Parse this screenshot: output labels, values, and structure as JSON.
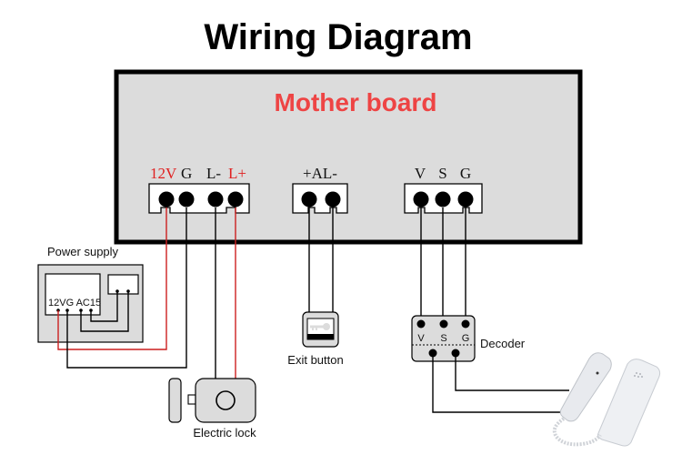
{
  "title": "Wiring Diagram",
  "colors": {
    "accent_red": "#ee4444",
    "wire_red": "#cc1f1f",
    "wire_black": "#000000",
    "panel_gray": "#dcdcdc"
  },
  "mother_board": {
    "label": "Mother board",
    "terminal_groups": [
      {
        "name": "power-lock",
        "labels": [
          "12V",
          "G",
          "L-",
          "L+"
        ],
        "red_labels": [
          "12V",
          "L+"
        ]
      },
      {
        "name": "alarm",
        "labels": [
          "+AL-"
        ]
      },
      {
        "name": "video",
        "labels": [
          "V",
          "S",
          "G"
        ]
      }
    ]
  },
  "power_supply": {
    "label": "Power supply",
    "terminal_text": "12VG AC15"
  },
  "exit_button": {
    "label": "Exit button",
    "icon": "key-icon"
  },
  "decoder": {
    "label": "Decoder",
    "terminals": [
      "V",
      "S",
      "G"
    ]
  },
  "electric_lock": {
    "label": "Electric lock"
  },
  "handset": {
    "label": ""
  }
}
